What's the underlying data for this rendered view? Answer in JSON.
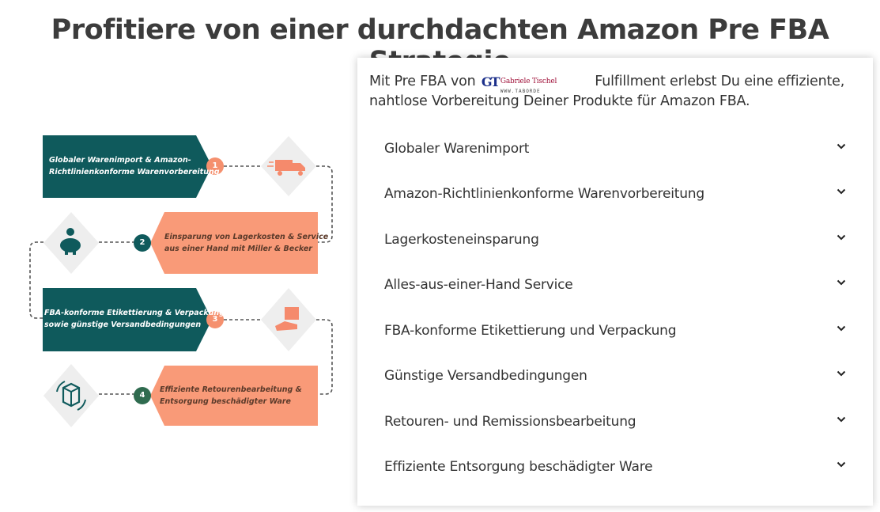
{
  "page": {
    "title": "Profitiere von einer durchdachten Amazon Pre FBA Strategie"
  },
  "infographic": {
    "steps": [
      {
        "number": "1",
        "line1": "Globaler Warenimport & Amazon-",
        "line2": "Richtlinienkonforme Warenvorbereitung",
        "icon": "delivery-truck-icon"
      },
      {
        "number": "2",
        "line1": "Einsparung von Lagerkosten & Service",
        "line2": "aus einer Hand mit Miller & Becker",
        "icon": "piggy-bank-icon"
      },
      {
        "number": "3",
        "line1": "FBA-konforme Etikettierung & Verpackung",
        "line2": "sowie günstige Versandbedingungen",
        "icon": "package-hand-icon"
      },
      {
        "number": "4",
        "line1": "Effiziente Retourenbearbeitung &",
        "line2": "Entsorgung beschädigter Ware",
        "icon": "recycle-box-icon"
      }
    ],
    "colors": {
      "dark": "#0f5a5c",
      "light": "#f99a78",
      "badge_light": "#f5906e",
      "badge_dark": "#2f6b4f"
    }
  },
  "panel": {
    "intro_before": "Mit Pre FBA von",
    "intro_after": "Fulfillment erlebst Du eine effiziente, nahtlose Vorbereitung Deiner Produkte für Amazon FBA.",
    "logo": {
      "mark": "GT",
      "name": "Gabriele Tischel",
      "url": "WWW.TABORDE"
    },
    "items": [
      {
        "label": "Globaler Warenimport"
      },
      {
        "label": "Amazon-Richtlinienkonforme Warenvorbereitung"
      },
      {
        "label": "Lagerkosteneinsparung"
      },
      {
        "label": "Alles-aus-einer-Hand Service"
      },
      {
        "label": "FBA-konforme Etikettierung und Verpackung"
      },
      {
        "label": "Günstige Versandbedingungen"
      },
      {
        "label": "Retouren- und Remissionsbearbeitung"
      },
      {
        "label": "Effiziente Entsorgung beschädigter Ware"
      }
    ]
  }
}
